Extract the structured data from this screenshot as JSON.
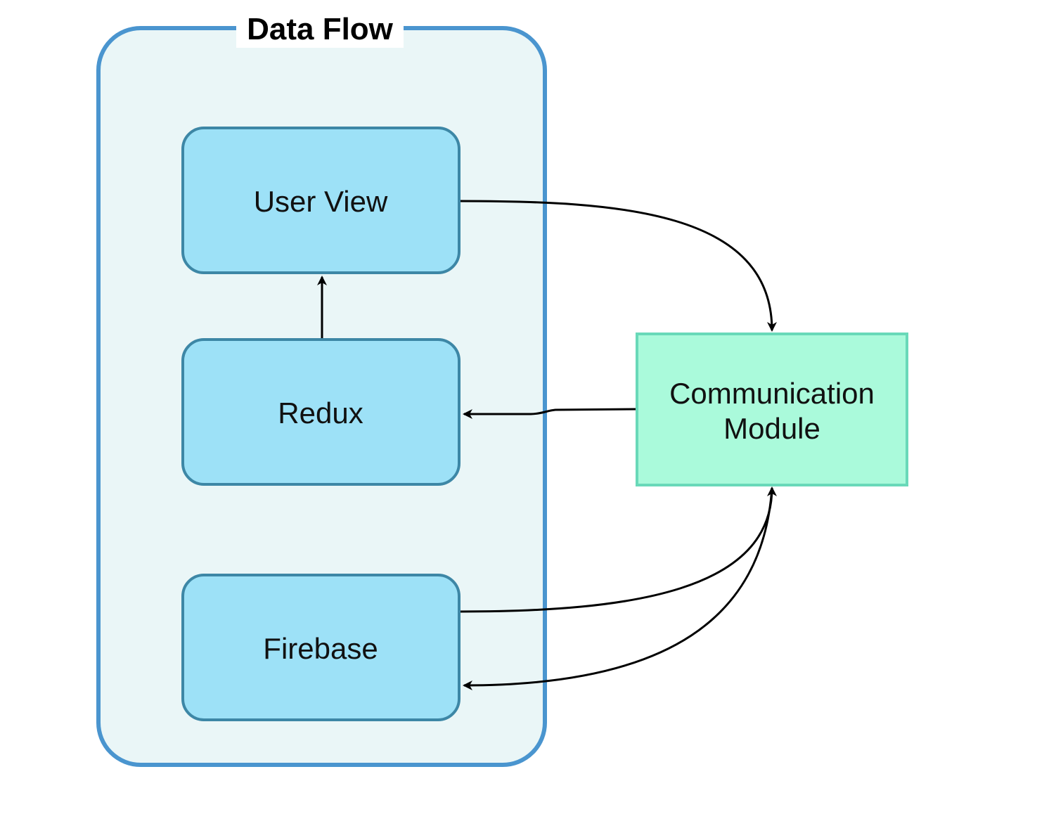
{
  "container": {
    "title": "Data Flow",
    "fill_color": "#eaf6f7",
    "border_color": "#4a95cf"
  },
  "nodes": {
    "user_view": {
      "label": "User View"
    },
    "redux": {
      "label": "Redux"
    },
    "firebase": {
      "label": "Firebase"
    },
    "communication_module": {
      "label_line1": "Communication",
      "label_line2": "Module"
    }
  },
  "colors": {
    "inner_node_fill": "#9de1f7",
    "inner_node_border": "#3d87a6",
    "module_fill": "#aafadb",
    "module_border": "#69d9b9",
    "edge": "#000000"
  },
  "edges": [
    {
      "from": "User View",
      "to": "Communication Module"
    },
    {
      "from": "Redux",
      "to": "User View"
    },
    {
      "from": "Communication Module",
      "to": "Redux"
    },
    {
      "from": "Firebase",
      "to": "Communication Module"
    },
    {
      "from": "Communication Module",
      "to": "Firebase"
    }
  ]
}
